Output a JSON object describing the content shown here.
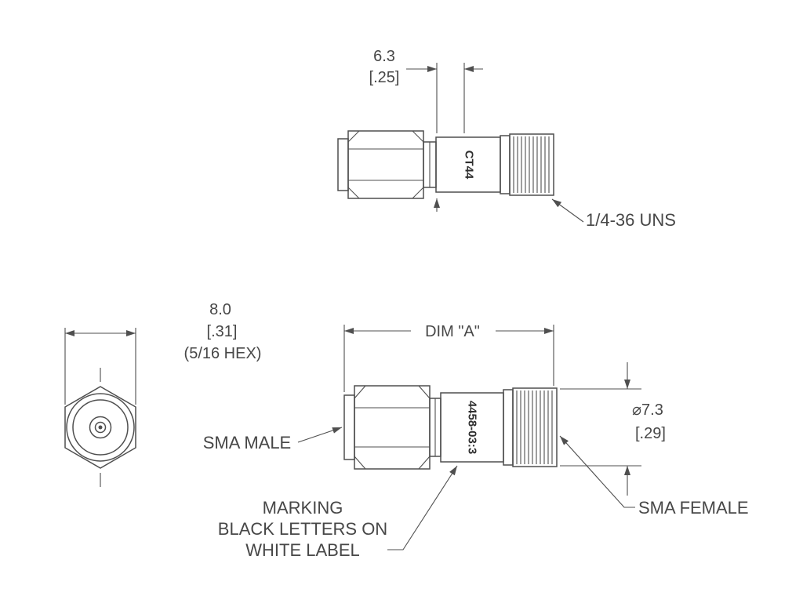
{
  "colors": {
    "line": "#4f4f4f",
    "text": "#474747",
    "background": "#ffffff"
  },
  "top_view": {
    "dim_width_value": "6.3",
    "dim_width_alt": "[.25]",
    "thread_callout": "1/4-36 UNS",
    "body_marking": "CT44"
  },
  "end_view": {
    "dim_hex_value": "8.0",
    "dim_hex_alt": "[.31]",
    "dim_hex_note": "(5/16 HEX)"
  },
  "side_view": {
    "dim_length": "DIM \"A\"",
    "connector_left_label": "SMA MALE",
    "marking_note_line1": "MARKING",
    "marking_note_line2": "BLACK LETTERS ON",
    "marking_note_line3": "WHITE LABEL",
    "connector_right_label": "SMA FEMALE",
    "dim_diameter_value": "⌀7.3",
    "dim_diameter_alt": "[.29]",
    "body_marking": "4458-03:3"
  }
}
